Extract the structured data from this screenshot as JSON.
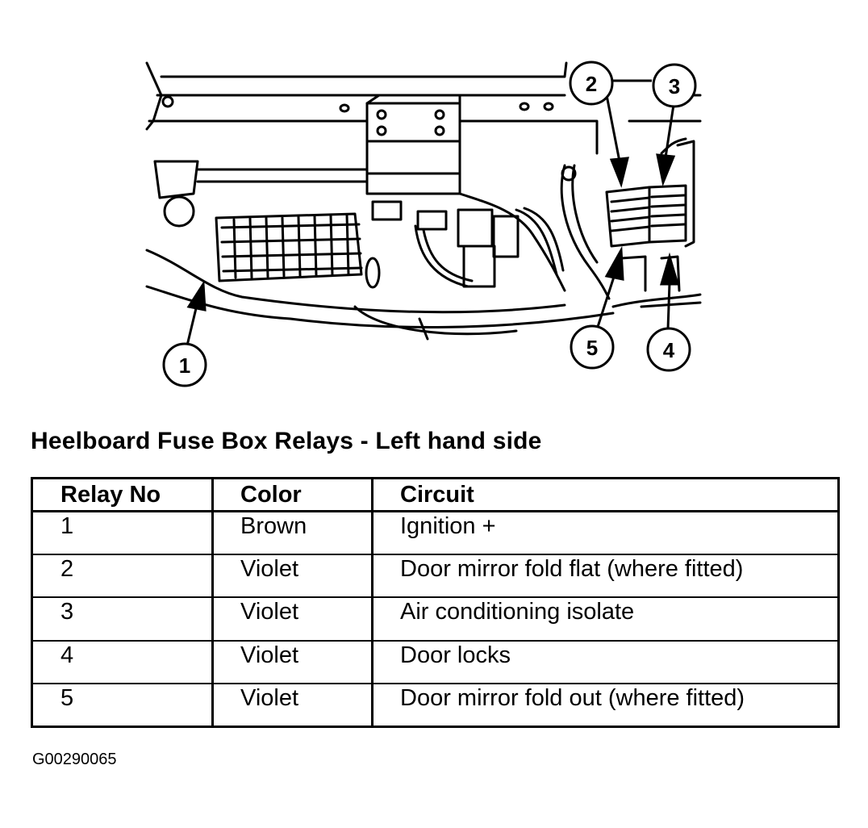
{
  "title": "Heelboard Fuse Box Relays - Left hand side",
  "callouts": [
    "1",
    "2",
    "3",
    "4",
    "5"
  ],
  "table": {
    "headers": [
      "Relay No",
      "Color",
      "Circuit"
    ],
    "rows": [
      {
        "relay": "1",
        "color": "Brown",
        "circuit": "Ignition +"
      },
      {
        "relay": "2",
        "color": "Violet",
        "circuit": "Door mirror fold flat (where fitted)"
      },
      {
        "relay": "3",
        "color": "Violet",
        "circuit": "Air conditioning isolate"
      },
      {
        "relay": "4",
        "color": "Violet",
        "circuit": "Door locks"
      },
      {
        "relay": "5",
        "color": "Violet",
        "circuit": "Door mirror fold out (where fitted)"
      }
    ]
  },
  "reference_code": "G00290065",
  "colors": {
    "ink": "#000000",
    "paper": "#ffffff"
  }
}
